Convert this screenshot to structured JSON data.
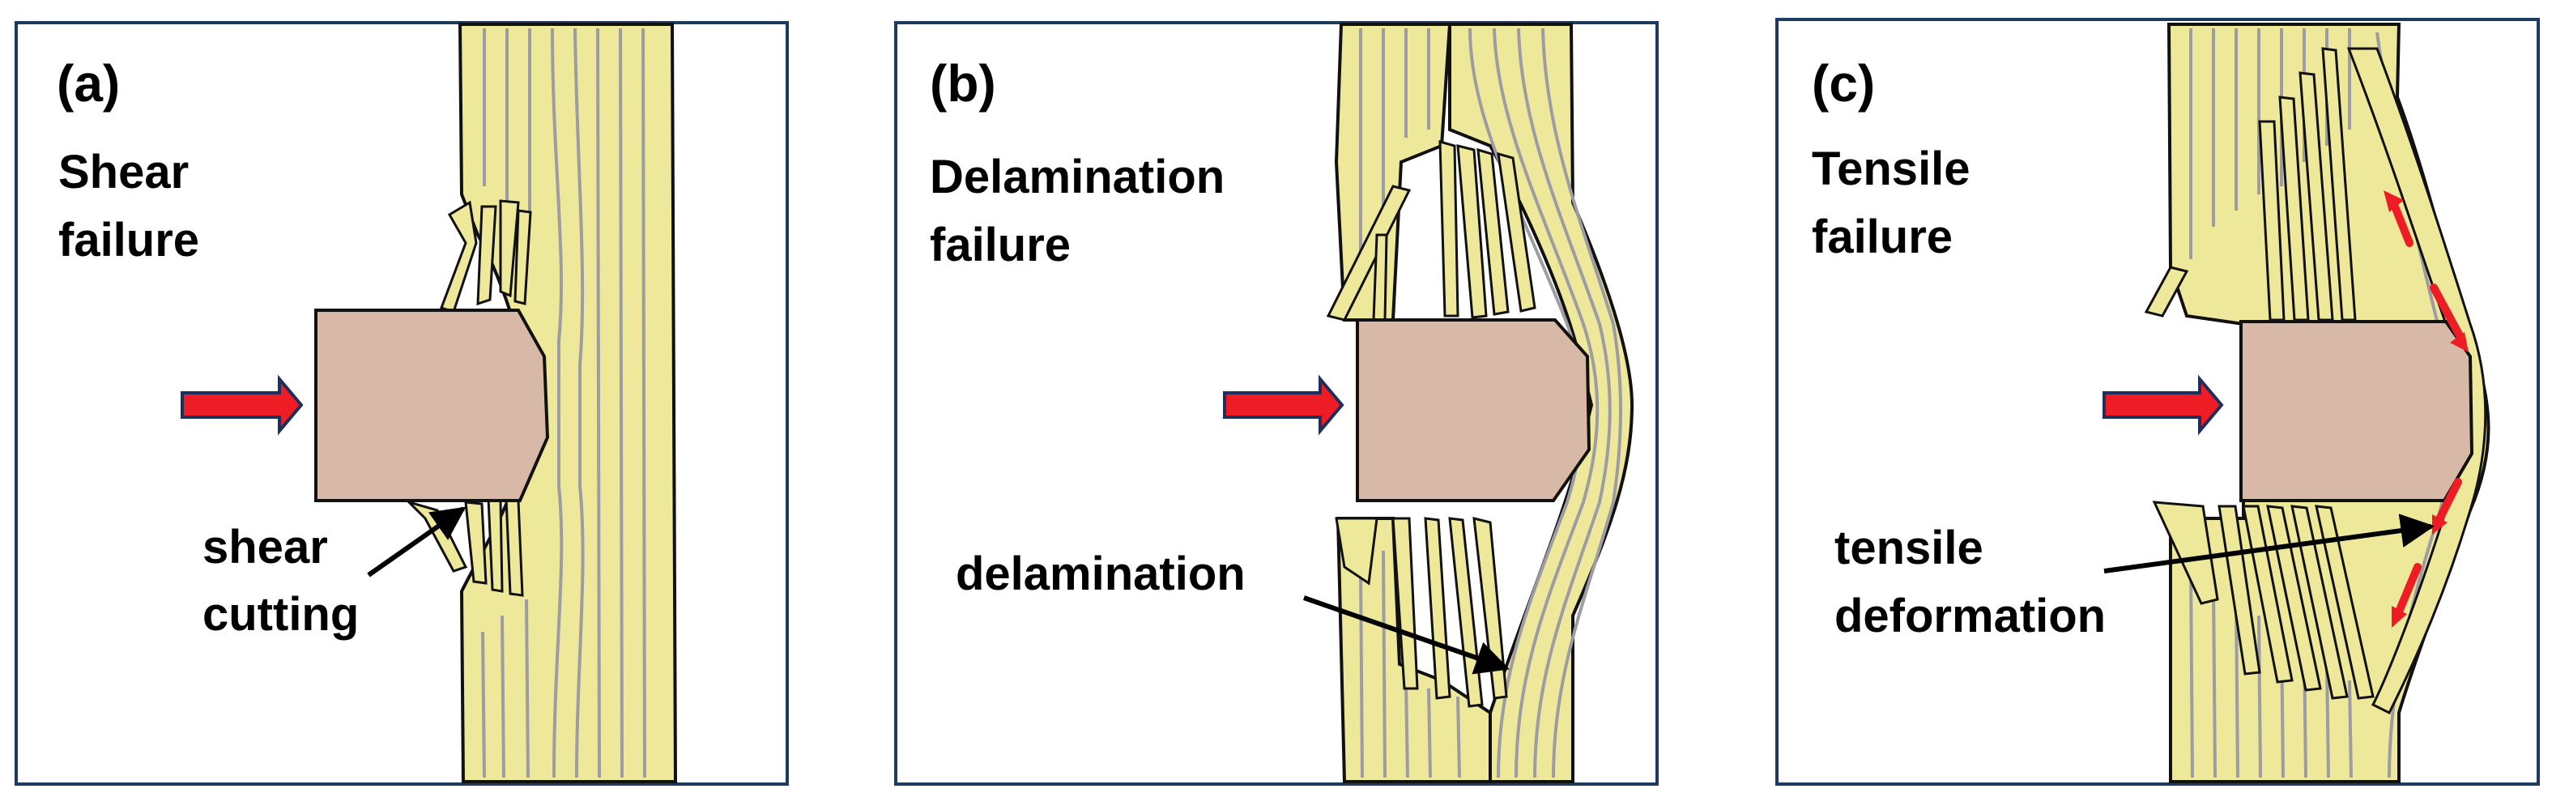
{
  "colors": {
    "fiber_fill": "#eee89b",
    "fiber_line": "#9c9ca2",
    "fiber_outline": "#111111",
    "indenter_fill": "#d8b8a6",
    "arrow_fill": "#ee1c25",
    "arrow_stroke": "#1f2f5c",
    "frame": "#1f3a5f",
    "pointer": "#000000"
  },
  "icons": {
    "load_arrow": "right-arrow-icon",
    "tension_arrow": "small-arrow-icon"
  },
  "panels": [
    {
      "label": "(a)",
      "title_lines": [
        "Shear",
        "failure"
      ],
      "annotation_lines": [
        "shear",
        "cutting"
      ]
    },
    {
      "label": "(b)",
      "title_lines": [
        "Delamination",
        "failure"
      ],
      "annotation_lines": [
        "delamination"
      ]
    },
    {
      "label": "(c)",
      "title_lines": [
        "Tensile",
        "failure"
      ],
      "annotation_lines": [
        "tensile",
        "deformation"
      ]
    }
  ]
}
